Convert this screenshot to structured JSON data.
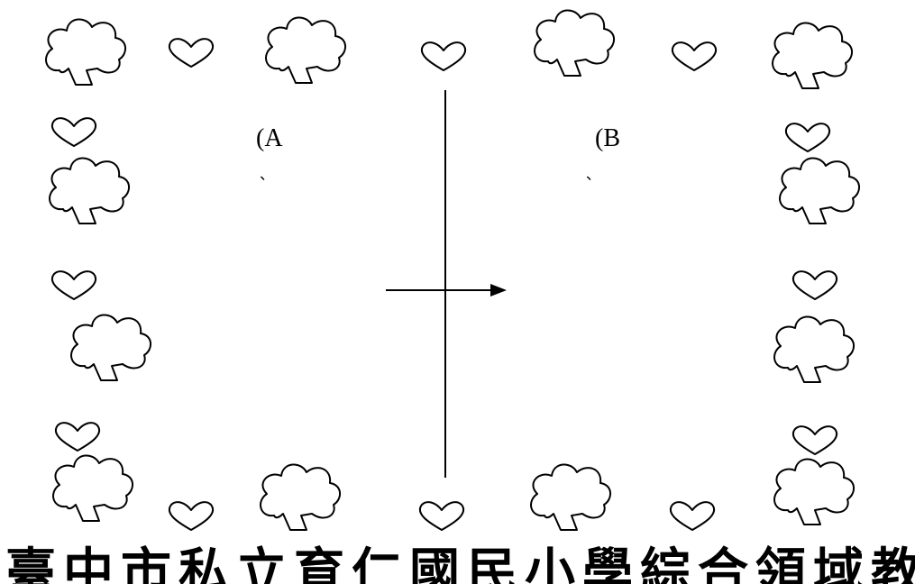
{
  "labels": {
    "a": "(A",
    "b": "(B",
    "tick_a": "、",
    "tick_b": "、"
  },
  "footer": {
    "title": "臺中市私立育仁國民小學綜合領域教案設計"
  },
  "colors": {
    "stroke": "#000000",
    "fill": "#ffffff"
  },
  "icons": [
    "clover-icon",
    "heart-icon",
    "arrow-right-icon"
  ]
}
